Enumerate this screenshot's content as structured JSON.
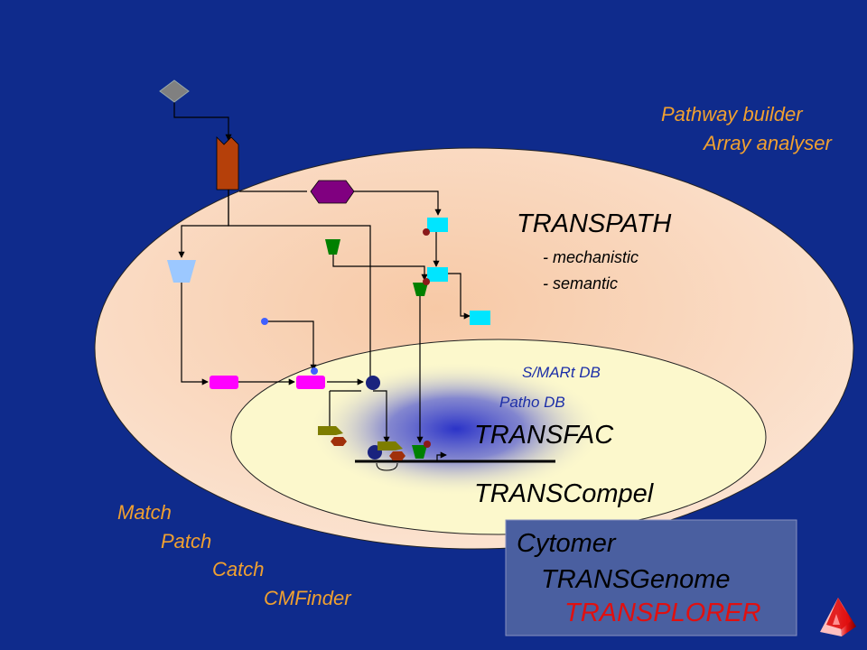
{
  "top_right_tools": [
    "Pathway builder",
    "Array analyser"
  ],
  "transpath": {
    "title": "TRANSPATH",
    "features": [
      "- mechanistic",
      "- semantic"
    ]
  },
  "nucleus": {
    "smart_db": "S/MARt DB",
    "patho_db": "Patho DB",
    "transfac": "TRANSFAC",
    "transcompel": "TRANSCompel"
  },
  "bottom_left_tools": [
    "Match",
    "Patch",
    "Catch",
    "CMFinder"
  ],
  "box_products": [
    "Cytomer",
    "TRANSGenome",
    "TRANSPLORER"
  ],
  "colors": {
    "background": "#0f2b8c",
    "tool_text": "#f0a030",
    "cell_fill": "#f8d8b8",
    "nucleus_fill": "#fcf8cc",
    "nucleus_text": "#1d2fa8",
    "box_fill": "#4a5fa0",
    "accent_red": "#e01010"
  },
  "icons": [
    "diamond-icon",
    "receptor-icon",
    "hexagon-icon",
    "logo-pyramid-icon"
  ]
}
